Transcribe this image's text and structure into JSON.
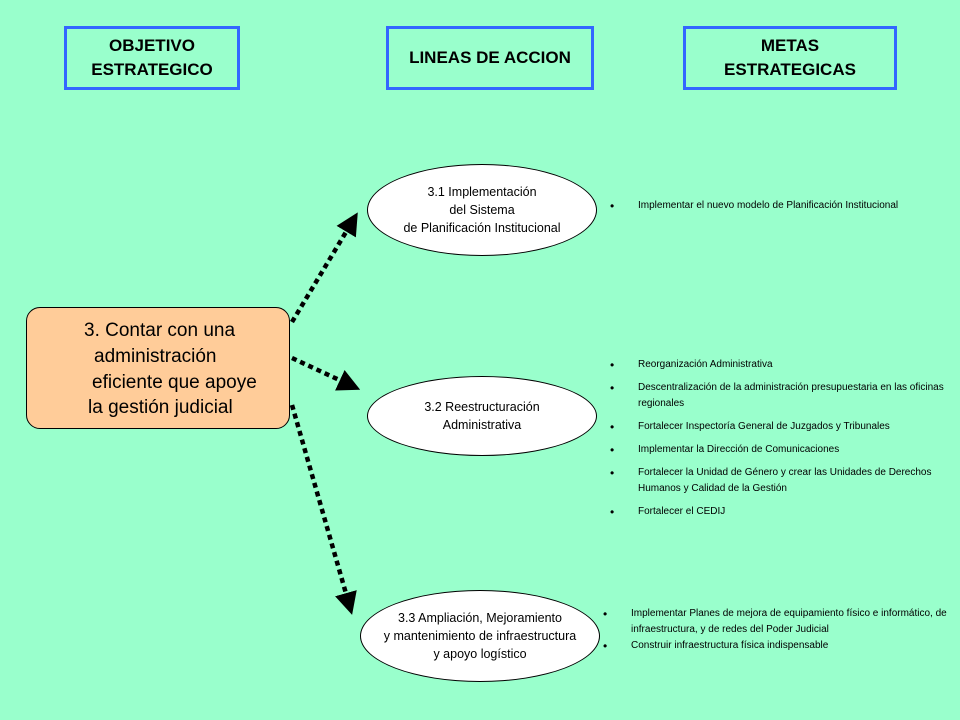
{
  "headers": {
    "objetivo": "OBJETIVO\nESTRATEGICO",
    "lineas": "LINEAS DE ACCION",
    "metas": "METAS\nESTRATEGICAS"
  },
  "objective": {
    "lines": [
      "3. Contar con una",
      "administración",
      "eficiente que apoye",
      "la gestión judicial"
    ]
  },
  "action_lines": [
    {
      "lines": [
        "3.1   Implementación",
        "del Sistema",
        "de Planificación Institucional"
      ],
      "goals": [
        "Implementar el nuevo modelo de Planificación Institucional"
      ]
    },
    {
      "lines": [
        "3.2  Reestructuración",
        "Administrativa"
      ],
      "goals": [
        "Reorganización Administrativa",
        "Descentralización de la administración presupuestaria en las oficinas regionales",
        "Fortalecer Inspectoría General de Juzgados y Tribunales",
        "Implementar la Dirección de Comunicaciones",
        "Fortalecer la Unidad de Género y crear las Unidades de Derechos Humanos y Calidad de la Gestión",
        "Fortalecer el CEDIJ"
      ]
    },
    {
      "lines": [
        "3.3 Ampliación, Mejoramiento",
        "y mantenimiento de infraestructura",
        "y apoyo logístico"
      ],
      "goals": [
        "Implementar Planes de mejora  de equipamiento físico e informático, de infraestructura,  y de redes del Poder Judicial",
        "Construir infraestructura física indispensable"
      ]
    }
  ],
  "colors": {
    "background": "#99ffcc",
    "header_border": "#3366ff",
    "objective_fill": "#ffcc99",
    "ellipse_fill": "#ffffff"
  }
}
